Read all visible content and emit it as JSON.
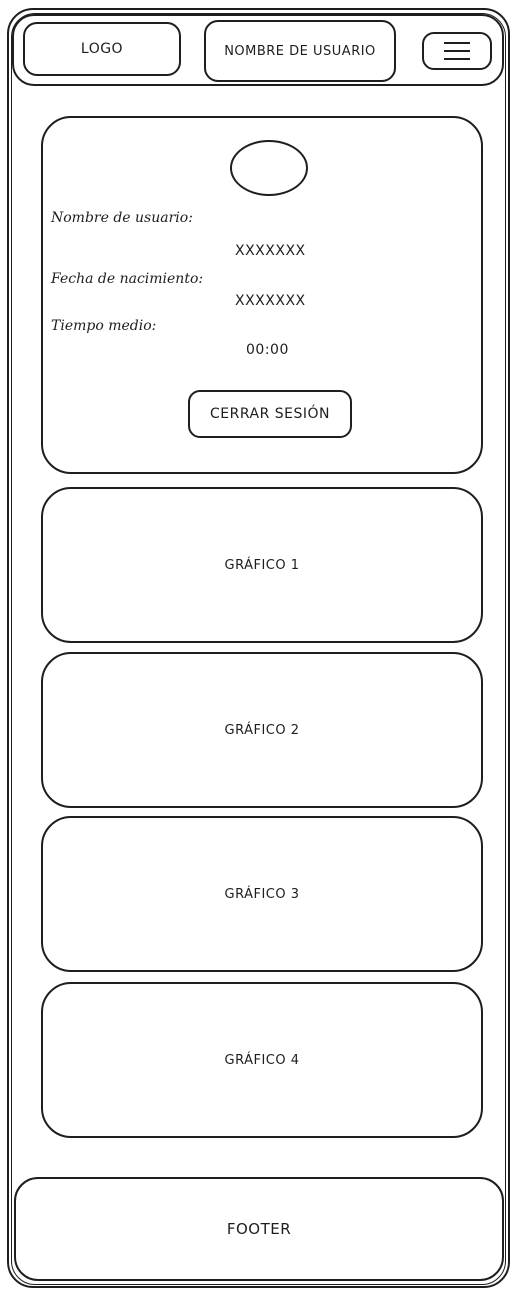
{
  "header": {
    "logo": "LOGO",
    "username_button": "NOMBRE DE USUARIO",
    "menu_icon": "hamburger-menu-icon"
  },
  "profile": {
    "avatar_icon": "avatar-placeholder-circle",
    "fields": [
      {
        "label": "Nombre de usuario:",
        "value": "XXXXXXX"
      },
      {
        "label": "Fecha de nacimiento:",
        "value": "XXXXXXX"
      },
      {
        "label": "Tiempo medio:",
        "value": "00:00"
      }
    ],
    "logout_button": "CERRAR SESIÓN"
  },
  "charts": [
    {
      "label": "GRÁFICO 1"
    },
    {
      "label": "GRÁFICO 2"
    },
    {
      "label": "GRÁFICO 3"
    },
    {
      "label": "GRÁFICO 4"
    }
  ],
  "footer": {
    "label": "FOOTER"
  }
}
